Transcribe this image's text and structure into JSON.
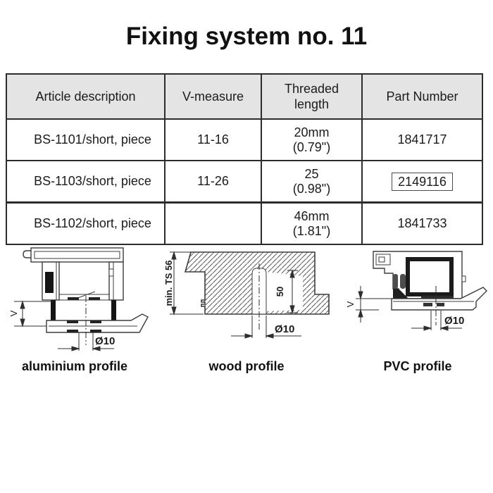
{
  "title": "Fixing system no. 11",
  "table": {
    "headers": [
      "Article description",
      "V-measure",
      "Threaded length",
      "Part Number"
    ],
    "rows": [
      {
        "article": "BS-1101/short, piece",
        "v_measure": "11-16",
        "threaded_1": "20mm",
        "threaded_2": "(0.79\")",
        "part": "1841717"
      },
      {
        "article": "BS-1103/short, piece",
        "v_measure": "11-26",
        "threaded_1": "25",
        "threaded_2": "(0.98\")",
        "part": "2149116"
      },
      {
        "article": "BS-1102/short, piece",
        "v_measure": "",
        "threaded_1": "46mm",
        "threaded_2": "(1.81\")",
        "part": "1841733"
      }
    ]
  },
  "drawings": {
    "aluminium": {
      "label": "aluminium profile",
      "dim_v": "V",
      "dim_diameter": "Ø10"
    },
    "wood": {
      "label": "wood profile",
      "dim_height": "min. TS 56",
      "dim_depth": "50",
      "dim_diameter": "Ø10"
    },
    "pvc": {
      "label": "PVC profile",
      "dim_v": "V",
      "dim_diameter": "Ø10"
    }
  },
  "colors": {
    "table_border": "#2c2c2c",
    "header_bg": "#e4e4e4",
    "drawing_line": "#3c3c3c",
    "text": "#1b1b1b"
  }
}
